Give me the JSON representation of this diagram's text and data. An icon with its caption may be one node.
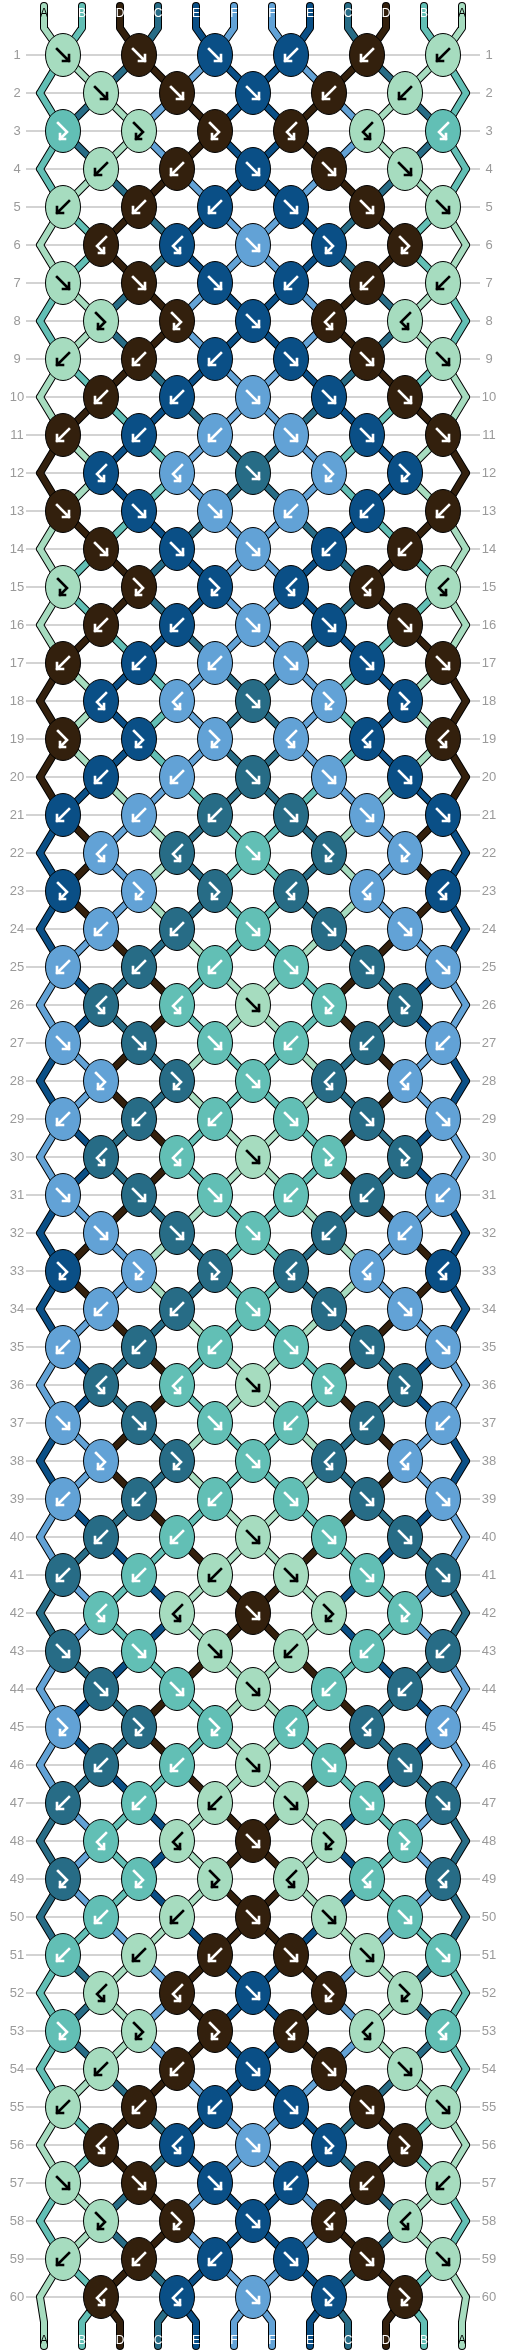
{
  "diagram": {
    "labels": [
      "A",
      "B",
      "D",
      "C",
      "E",
      "F",
      "F",
      "E",
      "C",
      "D",
      "B",
      "A",
      "1",
      "1",
      "2",
      "2",
      "3",
      "3",
      "4",
      "4",
      "5",
      "5",
      "6",
      "6",
      "7",
      "7",
      "8",
      "8",
      "9",
      "9",
      "10",
      "10",
      "11",
      "11",
      "12",
      "12",
      "13",
      "13",
      "14",
      "14",
      "15",
      "15",
      "16",
      "16",
      "17",
      "17",
      "18",
      "18",
      "19",
      "19",
      "20",
      "20",
      "21",
      "21",
      "22",
      "22",
      "23",
      "23",
      "24",
      "24",
      "25",
      "25",
      "26",
      "26",
      "27",
      "27",
      "28",
      "28",
      "29",
      "29",
      "30",
      "30",
      "31",
      "31",
      "32",
      "32",
      "33",
      "33",
      "34",
      "34",
      "35",
      "35",
      "36",
      "36",
      "37",
      "37",
      "38",
      "38",
      "39",
      "39",
      "40",
      "40",
      "41",
      "41",
      "42",
      "42",
      "43",
      "43",
      "44",
      "44",
      "45",
      "45",
      "46",
      "46",
      "47",
      "47",
      "48",
      "48",
      "49",
      "49",
      "50",
      "50",
      "51",
      "51",
      "52",
      "52",
      "53",
      "53",
      "54",
      "54",
      "55",
      "55",
      "56",
      "56",
      "57",
      "57",
      "58",
      "58",
      "59",
      "59",
      "60",
      "60",
      "A",
      "B",
      "D",
      "C",
      "E",
      "F",
      "F",
      "E",
      "C",
      "D",
      "B",
      "A"
    ]
  }
}
